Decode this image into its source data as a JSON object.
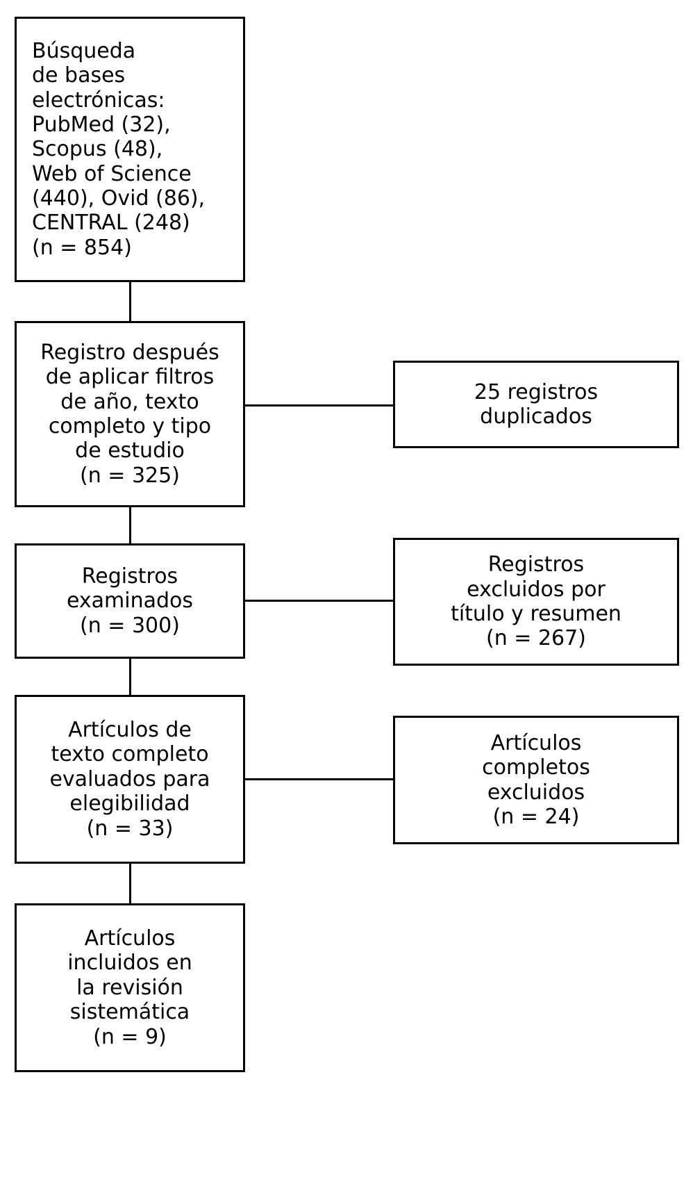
{
  "diagram": {
    "title": "PRISMA flow diagram",
    "language": "es",
    "stroke_color": "#000000",
    "background_color": "#ffffff",
    "nodes": [
      {
        "id": "identificacion",
        "name": "search-sources-box",
        "align": "left",
        "lines": [
          "Búsqueda",
          "de bases",
          "electrónicas:",
          "PubMed (32),",
          "Scopus (48),",
          "Web of Science",
          "(440), Ovid (86),",
          "CENTRAL (248)",
          "(n = 854)"
        ],
        "count": 854
      },
      {
        "id": "filtros",
        "name": "after-filters-box",
        "align": "center",
        "lines": [
          "Registro después",
          "de aplicar filtros",
          "de año, texto",
          "completo y tipo",
          "de estudio",
          "(n = 325)"
        ],
        "count": 325
      },
      {
        "id": "duplicados",
        "name": "duplicate-records-box",
        "align": "center",
        "lines": [
          "25 registros",
          "duplicados"
        ],
        "count": 25
      },
      {
        "id": "examinados",
        "name": "screened-records-box",
        "align": "center",
        "lines": [
          "Registros",
          "examinados",
          "(n = 300)"
        ],
        "count": 300
      },
      {
        "id": "excluidos-titulo",
        "name": "excluded-by-title-abstract-box",
        "align": "center",
        "lines": [
          "Registros",
          "excluidos por",
          "título y resumen",
          "(n = 267)"
        ],
        "count": 267
      },
      {
        "id": "elegibilidad",
        "name": "fulltext-eligibility-box",
        "align": "center",
        "lines": [
          "Artículos de",
          "texto completo",
          "evaluados para",
          "elegibilidad",
          "(n = 33)"
        ],
        "count": 33
      },
      {
        "id": "excluidos-completos",
        "name": "fulltext-excluded-box",
        "align": "center",
        "lines": [
          "Artículos",
          "completos",
          "excluidos",
          "(n = 24)"
        ],
        "count": 24
      },
      {
        "id": "incluidos",
        "name": "included-studies-box",
        "align": "center",
        "lines": [
          "Artículos",
          "incluidos en",
          "la revisión",
          "sistemática",
          "(n = 9)"
        ],
        "count": 9
      }
    ]
  }
}
